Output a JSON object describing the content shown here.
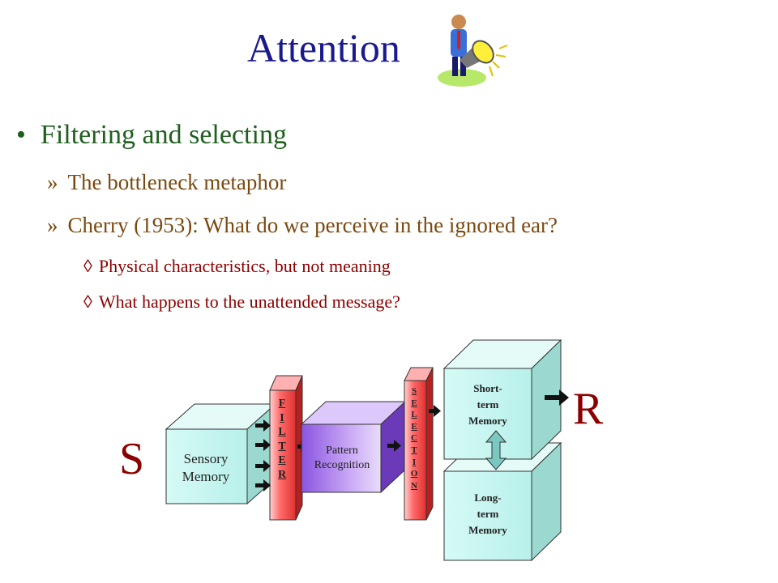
{
  "slide": {
    "title": "Attention",
    "bullet": "Filtering and selecting",
    "bullet_marker": "•",
    "sub_marker": "»",
    "subsub_marker": "◊",
    "sub_bullets": [
      "The bottleneck metaphor",
      "Cherry (1953): What do we perceive in the ignored ear?"
    ],
    "subsub_bullets": [
      "Physical characteristics, but not meaning",
      "What happens to the unattended message?"
    ]
  },
  "diagram": {
    "stimulus": "S",
    "response": "R",
    "sensory_memory": [
      "Sensory",
      "Memory"
    ],
    "filter_letters": [
      "F",
      "I",
      "L",
      "T",
      "E",
      "R"
    ],
    "pattern_recognition": [
      "Pattern",
      "Recognition"
    ],
    "selection_letters": [
      "S",
      "E",
      "L",
      "E",
      "C",
      "T",
      "I",
      "O",
      "N"
    ],
    "short_term_memory": [
      "Short-",
      "term",
      "Memory"
    ],
    "long_term_memory": [
      "Long-",
      "term",
      "Memory"
    ]
  },
  "colors": {
    "title": "#1a1a8c",
    "bullet": "#1f5f1f",
    "sub_bullet": "#7a4a10",
    "subsub_bullet": "#8b0000",
    "memory_box": "#c8f5f0",
    "filter_bar": "#ff5a5a",
    "pattern_box": "#a070e8"
  }
}
